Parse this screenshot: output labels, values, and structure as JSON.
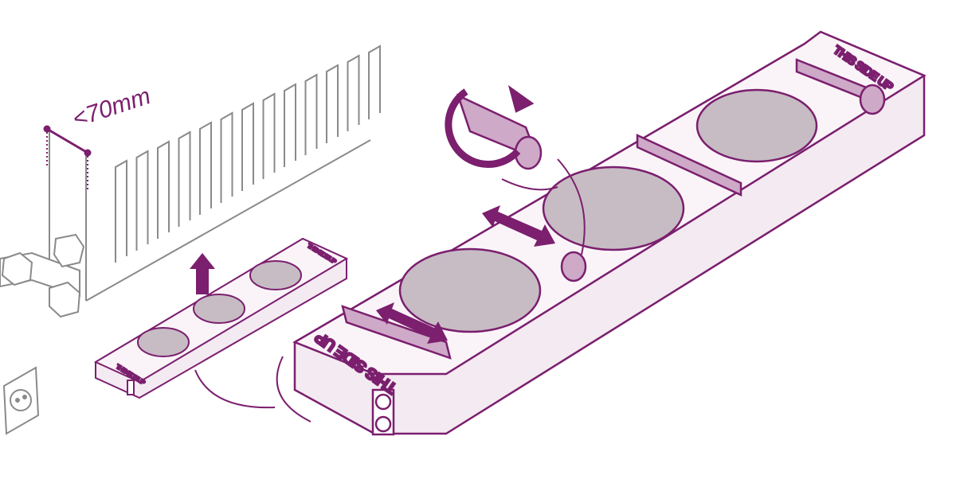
{
  "dimension": {
    "text": "<70mm"
  },
  "labels": {
    "big_front": "THIS SIDE UP",
    "big_back": "THIS SIDE UP",
    "small_front": "THIS SIDE UP",
    "small_back": "THIS SIDE UP"
  },
  "colors": {
    "accent": "#7b1f6e",
    "light_fill": "#f4eaf2",
    "mid_fill": "#cfa9c8",
    "fan_fill": "#c7bcc4",
    "radiator_line": "#8a8a8a"
  }
}
